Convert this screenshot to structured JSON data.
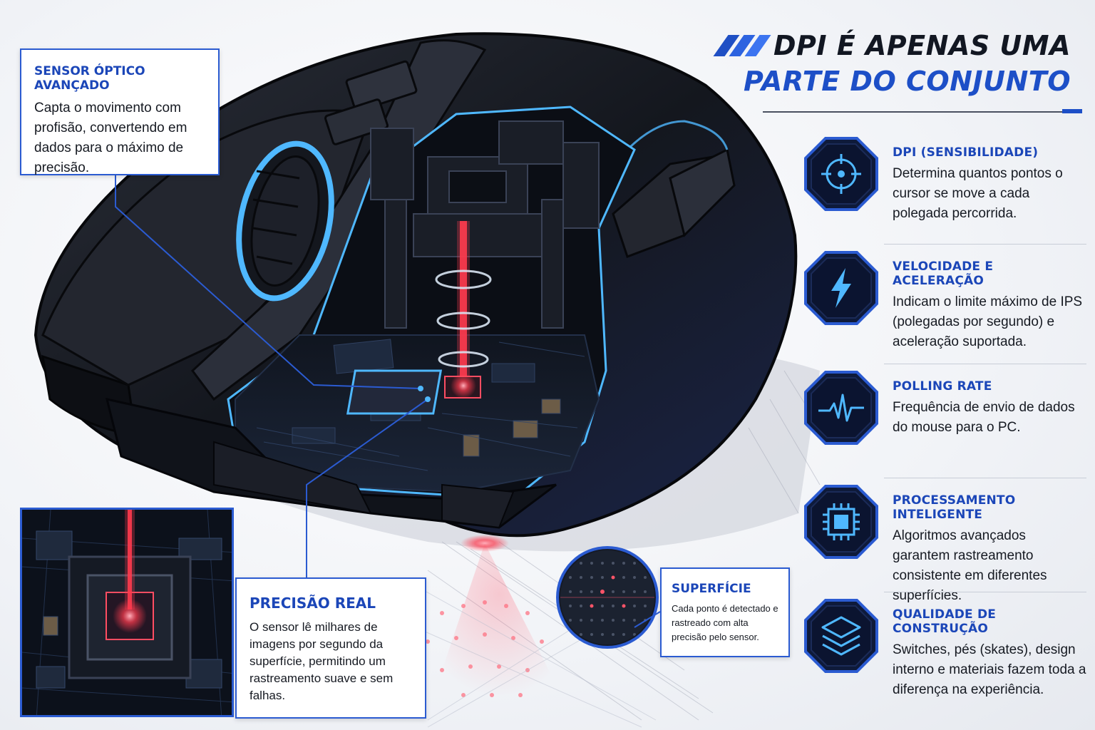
{
  "title": {
    "line1": "DPI É APENAS UMA",
    "line2": "PARTE DO CONJUNTO"
  },
  "callouts": {
    "sensor": {
      "heading": "SENSOR ÓPTICO AVANÇADO",
      "text": "Capta o movimento com profisão, convertendo em dados para o máximo de precisão."
    },
    "precisao": {
      "heading": "PRECISÃO REAL",
      "text": "O sensor lê milhares de imagens por segundo da superfície, permitindo um rastreamento suave e sem falhas."
    },
    "superficie": {
      "heading": "SUPERFÍCIE",
      "text": "Cada ponto é detectado e rastreado com alta precisão pelo sensor."
    }
  },
  "features": [
    {
      "icon": "crosshair-icon",
      "title": "DPI (SENSIBILIDADE)",
      "text": "Determina quantos pontos o cursor se move a cada polegada percorrida."
    },
    {
      "icon": "lightning-icon",
      "title": "VELOCIDADE E ACELERAÇÃO",
      "text": "Indicam o limite máximo de IPS (polegadas por segundo) e aceleração suportada."
    },
    {
      "icon": "pulse-icon",
      "title": "POLLING RATE",
      "text": "Frequência de envio de dados do mouse para o PC."
    },
    {
      "icon": "chip-icon",
      "title": "PROCESSAMENTO INTELIGENTE",
      "text": "Algoritmos avançados garantem rastreamento consistente em diferentes superfícies."
    },
    {
      "icon": "layers-icon",
      "title": "QUALIDADE DE CONSTRUÇÃO",
      "text": "Switches, pés (skates), design interno e materiais fazem toda a diferença na experiência."
    }
  ],
  "colors": {
    "accent": "#1d4fc7",
    "laser": "#ff3b4e",
    "glow": "#4fb8ff",
    "body": "#15181f"
  }
}
